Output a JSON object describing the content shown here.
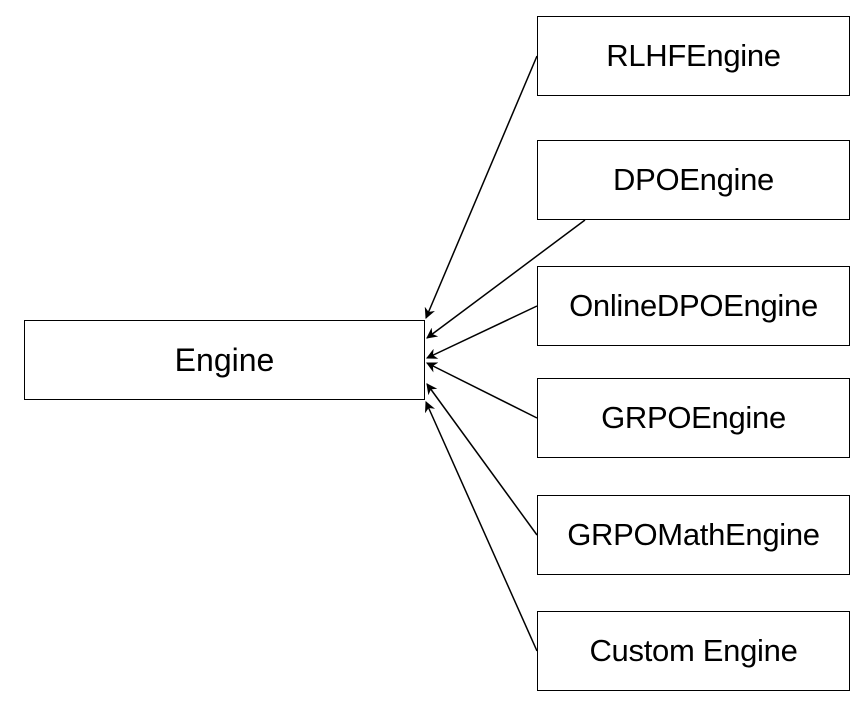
{
  "diagram": {
    "base_class": {
      "label": "Engine"
    },
    "subclasses": [
      {
        "label": "RLHFEngine"
      },
      {
        "label": "DPOEngine"
      },
      {
        "label": "OnlineDPOEngine"
      },
      {
        "label": "GRPOEngine"
      },
      {
        "label": "GRPOMathEngine"
      },
      {
        "label": "Custom Engine"
      }
    ],
    "relation": "inheritance",
    "colors": {
      "stroke": "#000000",
      "background": "#ffffff"
    }
  }
}
